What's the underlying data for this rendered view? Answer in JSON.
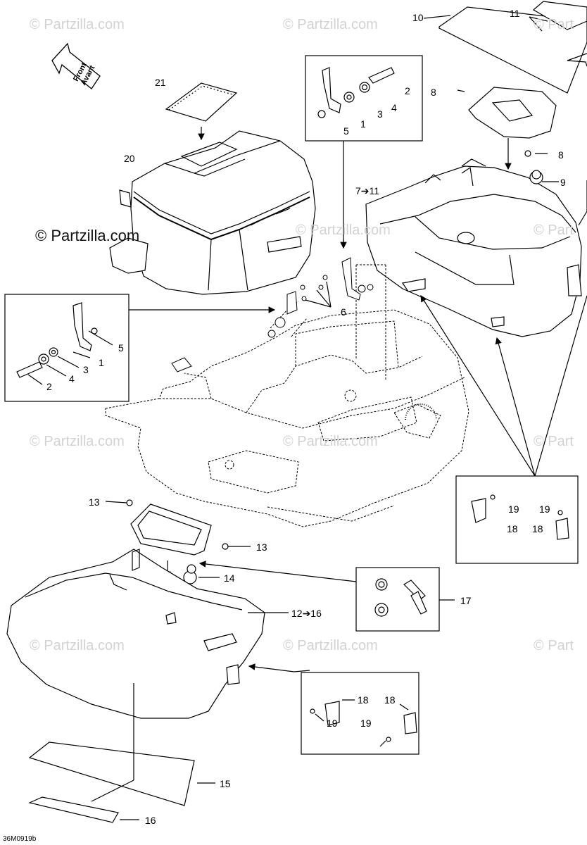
{
  "watermark": {
    "text": "© Partzilla.com",
    "main_text": "© Partzilla.com",
    "edge_text": "© Part"
  },
  "direction_arrow": {
    "line1": "Front",
    "line2": "Avant"
  },
  "reference_code": "36M0919b",
  "callouts": {
    "c1a": "1",
    "c2a": "2",
    "c3a": "3",
    "c4a": "4",
    "c5a": "5",
    "c1b": "1",
    "c2b": "2",
    "c3b": "3",
    "c4b": "4",
    "c5b": "5",
    "c6": "6",
    "c7_11": "7➔11",
    "c8a": "8",
    "c8b": "8",
    "c9": "9",
    "c10": "10",
    "c11": "11",
    "c12_16": "12➔16",
    "c13a": "13",
    "c13b": "13",
    "c14": "14",
    "c15": "15",
    "c16": "16",
    "c17": "17",
    "c18a": "18",
    "c18b": "18",
    "c18c": "18",
    "c18d": "18",
    "c19a": "19",
    "c19b": "19",
    "c19c": "19",
    "c19d": "19",
    "c20": "20",
    "c21": "21"
  }
}
